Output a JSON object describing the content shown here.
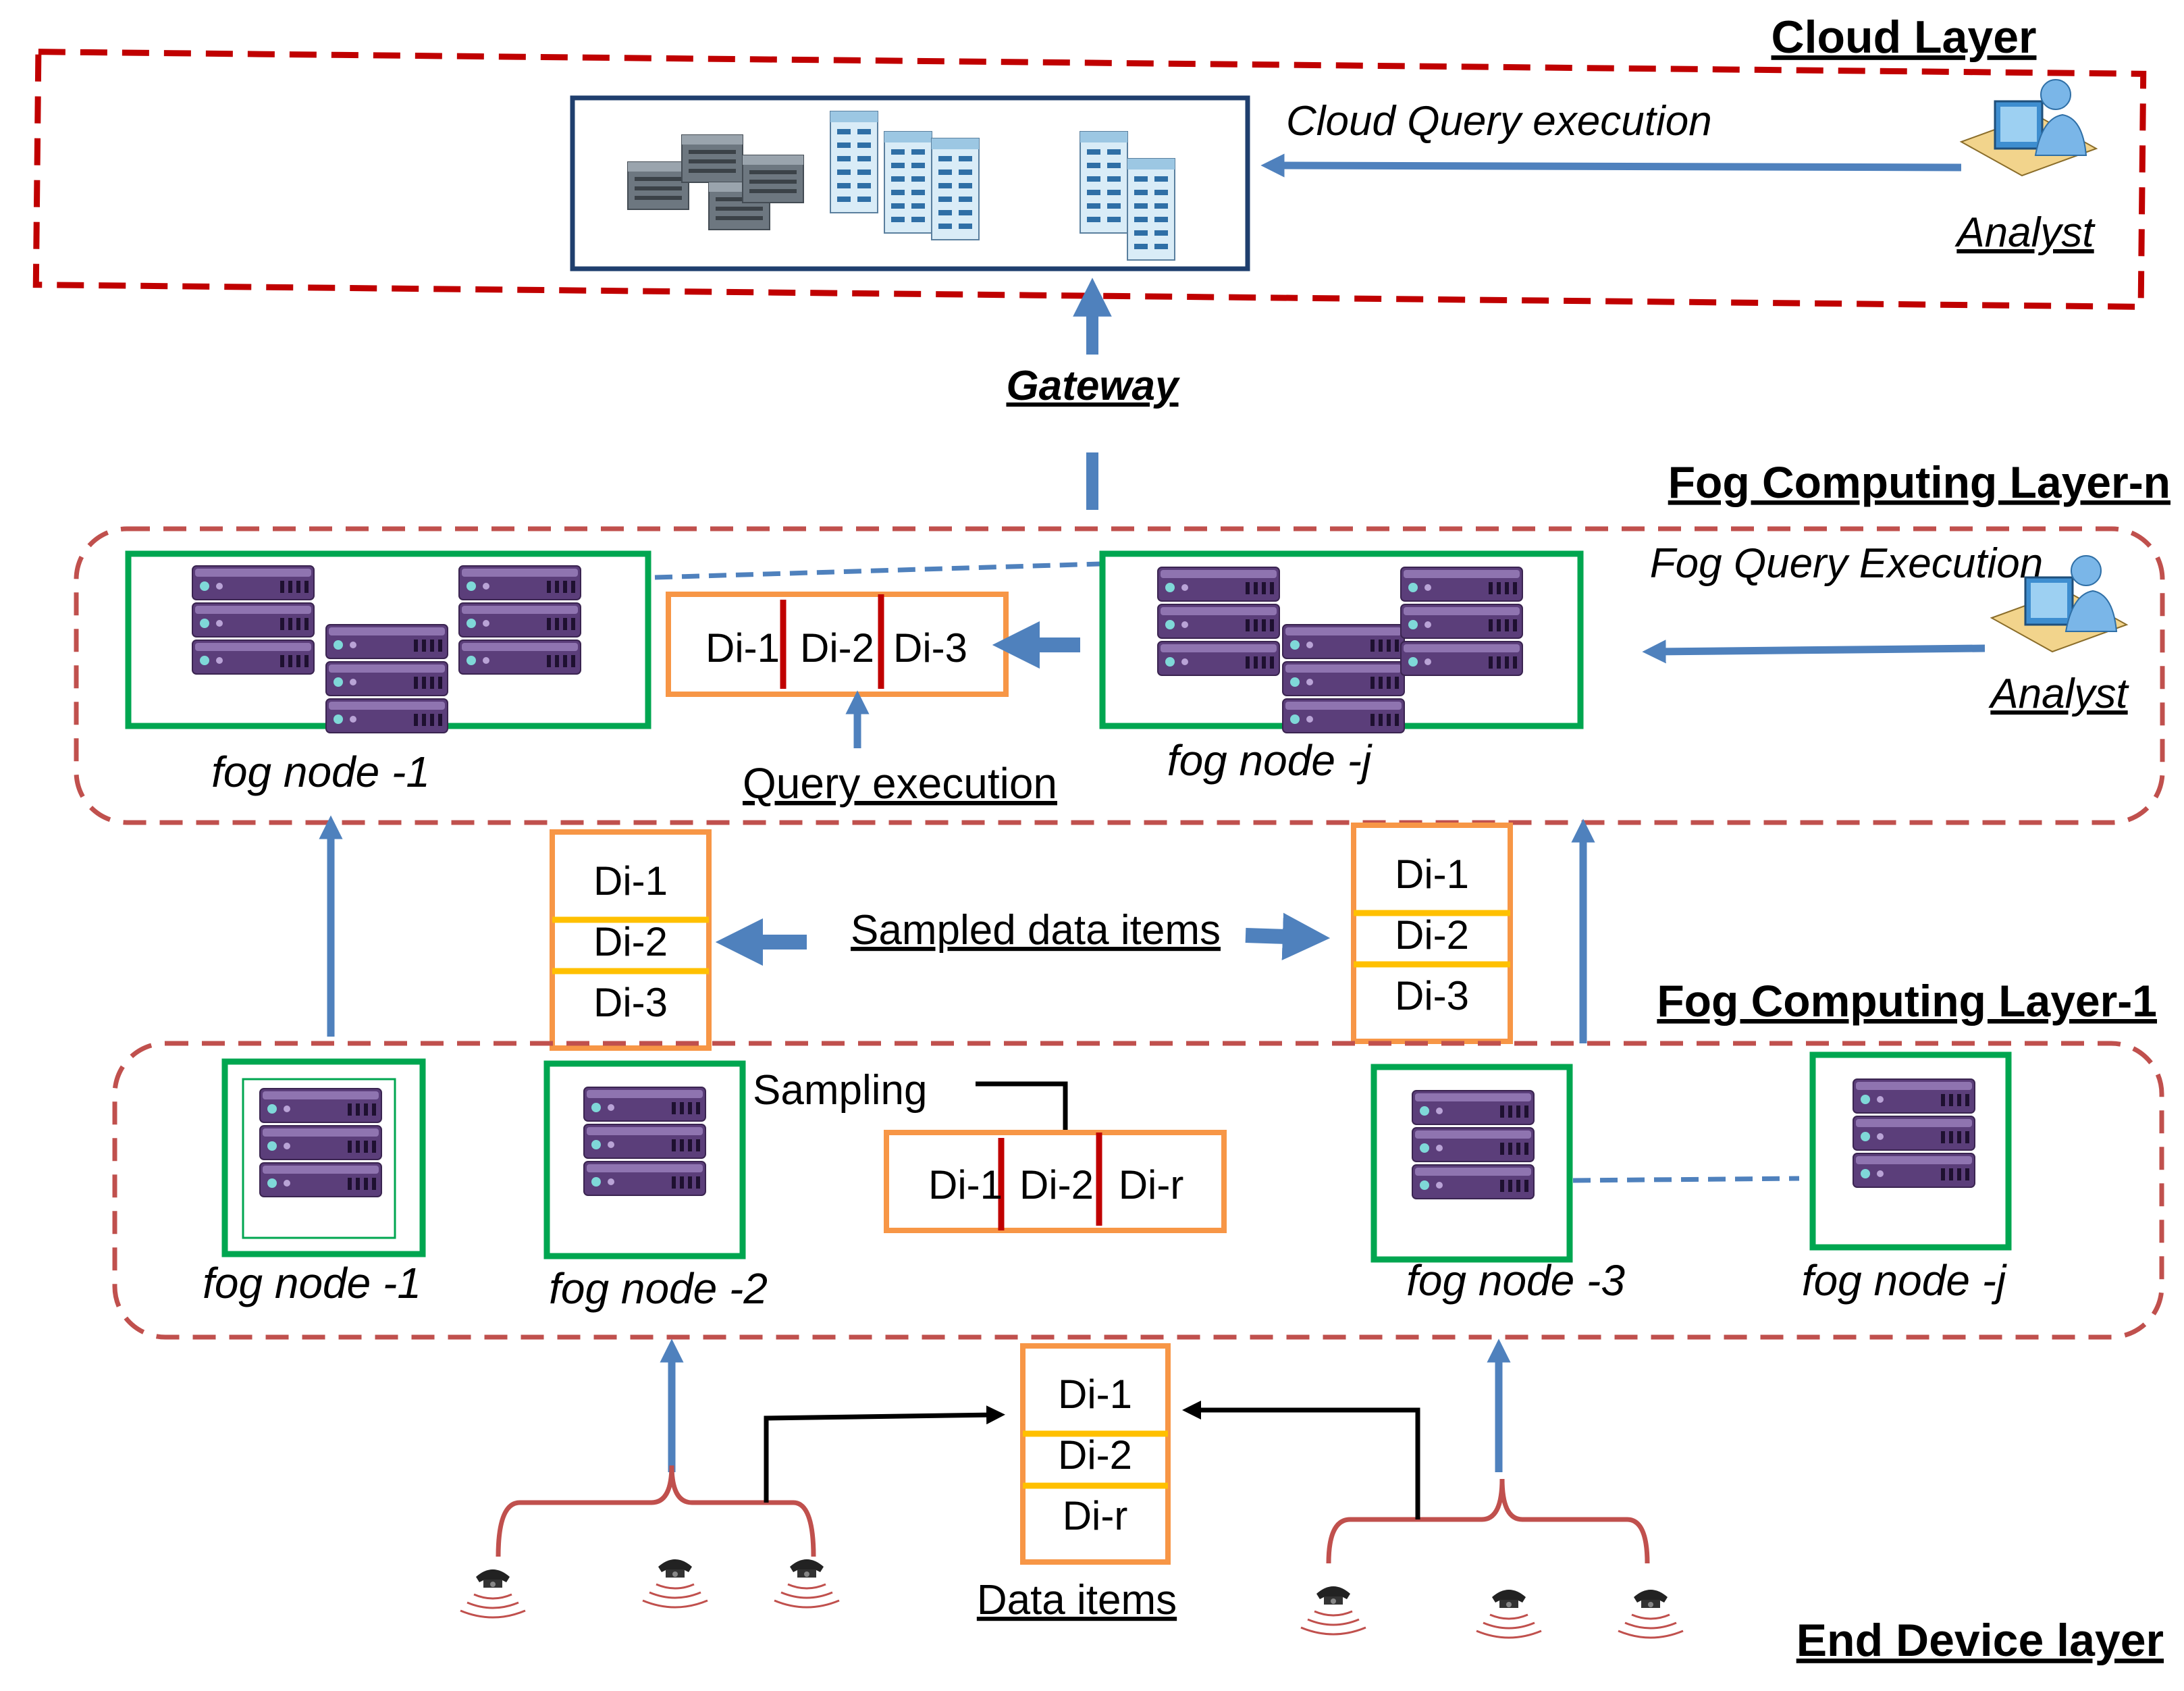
{
  "layers": {
    "cloud": "Cloud Layer",
    "fog_n": "Fog Computing Layer-n",
    "fog_1": "Fog Computing Layer-1",
    "end_device": "End Device layer"
  },
  "cloud": {
    "query_label": "Cloud Query execution",
    "analyst_label": "Analyst"
  },
  "gateway_label": "Gateway",
  "fog_n": {
    "query_label": "Fog Query Execution",
    "analyst_label": "Analyst",
    "node_left_label": "fog node -1",
    "node_right_label": "fog node -j",
    "partition": [
      "Di-1",
      "Di-2",
      "Di-3"
    ],
    "query_execution_label": "Query execution"
  },
  "sampled": {
    "label": "Sampled data items",
    "left_items": [
      "Di-1",
      "Di-2",
      "Di-3"
    ],
    "right_items": [
      "Di-1",
      "Di-2",
      "Di-3"
    ]
  },
  "fog_1": {
    "nodes": [
      "fog node -1",
      "fog node -2",
      "fog node -3",
      "fog node -j"
    ],
    "sampling_label": "Sampling",
    "partition": [
      "Di-1",
      "Di-2",
      "Di-r"
    ]
  },
  "end_device": {
    "data_items": [
      "Di-1",
      "Di-2",
      "Di-r"
    ],
    "data_items_label": "Data items"
  },
  "colors": {
    "layer_border": "#c0504d",
    "cloud_border": "#c00000",
    "arrow_blue": "#4f81bd",
    "node_border": "#00a650",
    "data_box": "#f79646",
    "data_divider_red": "#c00000",
    "data_divider_yellow": "#ffc000",
    "server_purple": "#5b3e7a"
  }
}
